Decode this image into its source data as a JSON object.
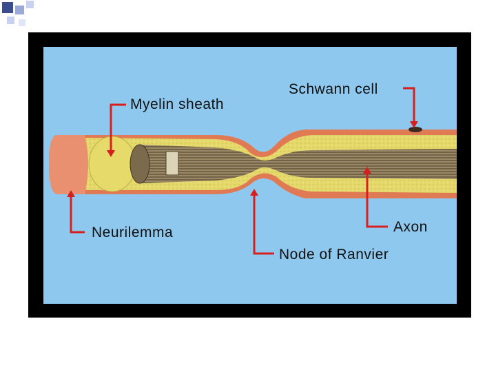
{
  "labels": {
    "myelin_sheath": "Myelin sheath",
    "schwann_cell": "Schwann cell",
    "neurilemma": "Neurilemma",
    "axon": "Axon",
    "node_of_ranvier": "Node of Ranvier"
  },
  "colors": {
    "panel_background": "#8ec8ee",
    "frame": "#000000",
    "leader_lines": "#d81f1f",
    "neurilemma": "#e07a55",
    "myelin": "#e7dc6c",
    "axon_fibers": "#6a5a3e",
    "corner_squares": "#3a4d8f"
  }
}
